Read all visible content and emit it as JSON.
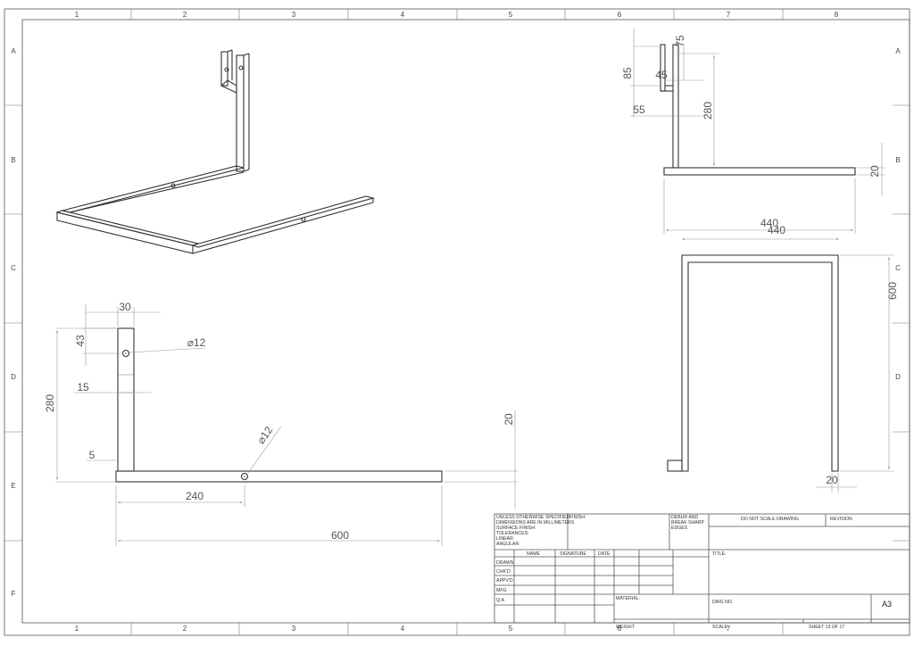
{
  "zones": {
    "columns": [
      "1",
      "2",
      "3",
      "4",
      "5",
      "6",
      "7",
      "8"
    ],
    "rows": [
      "A",
      "B",
      "C",
      "D",
      "E",
      "F"
    ]
  },
  "front_view": {
    "dims": {
      "top_width": "30",
      "hole_offset": "43",
      "hole_dia": "⌀12",
      "height": "280",
      "slot": "15",
      "wall": "5",
      "hole_dia2": "⌀12",
      "bar_height": "20",
      "hole_pos": "240",
      "length": "600"
    }
  },
  "side_view": {
    "dims": {
      "d75": "75",
      "d85": "85",
      "d45": "45",
      "d55": "55",
      "d280": "280",
      "d20": "20"
    }
  },
  "top_view": {
    "dims": {
      "width_a": "440",
      "width_b": "440",
      "depth": "600",
      "leg": "20"
    }
  },
  "title_block": {
    "general_notes": [
      "UNLESS OTHERWISE SPECIFIED:",
      "DIMENSIONS ARE IN MILLIMETERS",
      "SURFACE FINISH:",
      "TOLERANCES:",
      "   LINEAR:",
      "   ANGULAR:"
    ],
    "finish": "FINISH:",
    "deburr": [
      "DEBUR AND",
      "BREAK SHARP",
      "EDGES"
    ],
    "do_not_scale": "DO NOT SCALE DRAWING",
    "revision": "REVISION",
    "col_name": "NAME",
    "col_signature": "SIGNATURE",
    "col_date": "DATE",
    "rows": [
      "DRAWN",
      "CHK'D",
      "APPV'D",
      "MFG",
      "Q.A"
    ],
    "title": "TITLE:",
    "material": "MATERIAL:",
    "dwg_no": "DWG NO.",
    "size": "A3",
    "weight": "WEIGHT:",
    "scale": "SCALE",
    "sheet": "SHEET 13 OF 17"
  }
}
